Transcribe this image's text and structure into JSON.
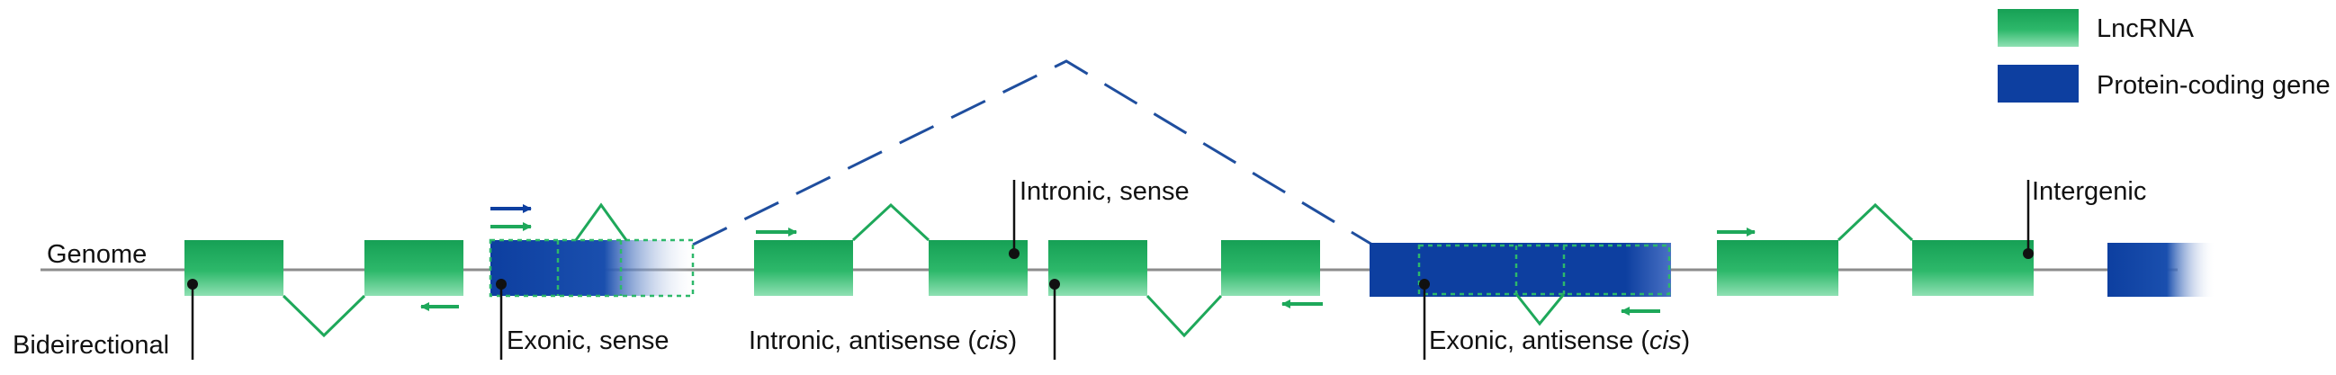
{
  "legend": {
    "lncrna_label": "LncRNA",
    "protein_label": "Protein-coding gene"
  },
  "labels": {
    "genome": "Genome",
    "bidirectional": "Bideirectional",
    "exonic_sense": "Exonic, sense",
    "intronic_sense": "Intronic, sense",
    "intronic_antisense_prefix": "Intronic, antisense (",
    "intronic_antisense_cis": "cis",
    "intronic_antisense_suffix": ")",
    "exonic_antisense_prefix": "Exonic, antisense (",
    "exonic_antisense_cis": "cis",
    "exonic_antisense_suffix": ")",
    "intergenic": "Intergenic"
  },
  "colors": {
    "lncrna": "#1ea85a",
    "lncrna_light": "#6fd39b",
    "protein": "#0d3fa0",
    "genome_line": "#8c8c8c",
    "dashed_splice": "#1f4e9e"
  }
}
